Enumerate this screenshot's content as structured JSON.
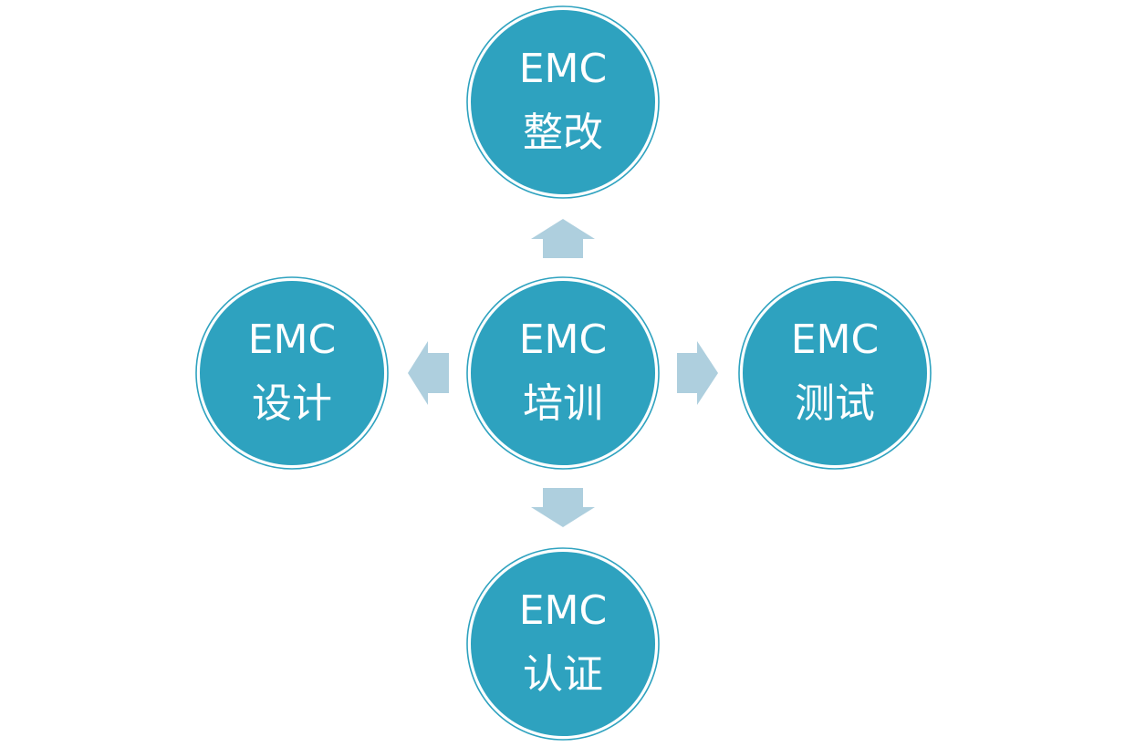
{
  "diagram": {
    "type": "radial-hub",
    "colors": {
      "node_fill": "#2EA2BF",
      "node_ring": "#2EA2BF",
      "arrow_fill": "#AECFDE",
      "background": "#FFFFFF",
      "text": "#FFFFFF"
    },
    "hub": {
      "id": "training",
      "line1": "EMC",
      "line2": "培训"
    },
    "nodes": [
      {
        "id": "rectification",
        "position": "top",
        "line1": "EMC",
        "line2": "整改"
      },
      {
        "id": "design",
        "position": "left",
        "line1": "EMC",
        "line2": "设计"
      },
      {
        "id": "testing",
        "position": "right",
        "line1": "EMC",
        "line2": "测试"
      },
      {
        "id": "certification",
        "position": "bottom",
        "line1": "EMC",
        "line2": "认证"
      }
    ],
    "arrows": [
      {
        "from": "training",
        "to": "rectification",
        "direction": "up"
      },
      {
        "from": "training",
        "to": "design",
        "direction": "left"
      },
      {
        "from": "training",
        "to": "testing",
        "direction": "right"
      },
      {
        "from": "training",
        "to": "certification",
        "direction": "down"
      }
    ]
  }
}
